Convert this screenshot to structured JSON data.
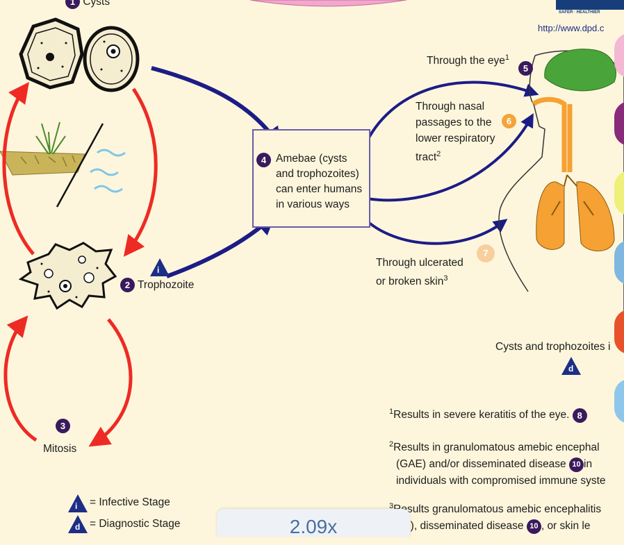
{
  "header": {
    "cysts_label": "Cysts",
    "url": "http://www.dpd.c",
    "logo_text": "SAFER · HEALTHIER"
  },
  "stages": {
    "s1": "1",
    "s2": "2",
    "s3": "3",
    "s4": "4",
    "s5": "5",
    "s6": "6",
    "s7": "7",
    "s8": "8",
    "s10": "10",
    "trophozoite": "Trophozoite",
    "mitosis": "Mitosis"
  },
  "box": {
    "text": "Amebae (cysts and trophozoites) can enter humans in various ways"
  },
  "routes": {
    "eye": "Through the eye",
    "eye_sup": "1",
    "nasal_1": "Through nasal",
    "nasal_2": "passages to the",
    "nasal_3": "lower respiratory",
    "nasal_4": "tract",
    "nasal_sup": "2",
    "skin_1": "Through ulcerated",
    "skin_2": "or broken skin",
    "skin_sup": "3"
  },
  "human_caption": "Cysts and trophozoites i",
  "diag_letter": "d",
  "infective_letter": "i",
  "notes": {
    "n1_sup": "1",
    "n1": "Results in severe keratitis of the eye.",
    "n2_sup": "2",
    "n2_a": "Results in granulomatous amebic encephal",
    "n2_b": "(GAE) and/or disseminated disease",
    "n2_c": "in",
    "n2_d": "individuals with compromised immune syste",
    "n3_sup": "3",
    "n3_a": "Results granulomatous amebic encephalitis",
    "n3_b": "AE), disseminated disease",
    "n3_c": ", or skin le"
  },
  "legend": {
    "infective": "= Infective Stage",
    "diagnostic": "= Diagnostic Stage"
  },
  "zoom": "2.09x",
  "colors": {
    "red_arrow": "#ee2a24",
    "blue_arrow": "#1c1c86",
    "badge_purple": "#3a1a5c",
    "badge_orange": "#f3a33a",
    "lung_orange": "#f5a133",
    "brain_green": "#49a43a"
  }
}
